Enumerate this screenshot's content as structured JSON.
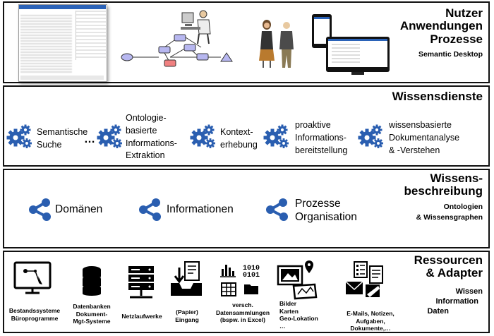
{
  "layer1": {
    "title_lines": [
      "Nutzer",
      "Anwendungen",
      "Prozesse"
    ],
    "subtitle": "Semantic Desktop"
  },
  "layer2": {
    "title": "Wissensdienste",
    "services": [
      {
        "lines": [
          "Semantische",
          "Suche"
        ]
      },
      {
        "lines": [
          "Ontologie-",
          "basierte",
          "Informations-",
          "Extraktion"
        ]
      },
      {
        "lines": [
          "Kontext-",
          "erhebung"
        ]
      },
      {
        "lines": [
          "proaktive",
          "Informations-",
          "bereitstellung"
        ]
      },
      {
        "lines": [
          "wissensbasierte",
          "Dokumentanalyse",
          "& -Verstehen"
        ]
      }
    ],
    "ellipsis": "…"
  },
  "layer3": {
    "title_lines": [
      "Wissens-",
      "beschreibung"
    ],
    "subtitle_lines": [
      "Ontologien",
      "& Wissensgraphen"
    ],
    "items": [
      {
        "lines": [
          "Domänen"
        ]
      },
      {
        "lines": [
          "Informationen"
        ]
      },
      {
        "lines": [
          "Prozesse",
          "Organisation"
        ]
      }
    ]
  },
  "layer4": {
    "title_lines": [
      "Ressourcen",
      "& Adapter"
    ],
    "subtitle_lines": [
      "Wissen",
      "Information",
      "Daten"
    ],
    "resources": [
      {
        "icon": "diagram-editor-icon",
        "lines": [
          "Bestandssysteme",
          "Büroprogramme"
        ]
      },
      {
        "icon": "database-icon",
        "lines": [
          "Datenbanken",
          "Dokument-",
          "Mgt-Systeme"
        ]
      },
      {
        "icon": "server-icon",
        "lines": [
          "Netzlaufwerke"
        ]
      },
      {
        "icon": "inbox-icon",
        "lines": [
          "(Papier)",
          "Eingang"
        ]
      },
      {
        "icon": "data-collection-icon",
        "lines": [
          "versch.",
          "Datensammlungen",
          "(bspw. in Excel)"
        ]
      },
      {
        "icon": "image-map-icon",
        "lines": [
          "Bilder",
          "Karten",
          "Geo-Lokation",
          "…"
        ]
      },
      {
        "icon": "email-docs-icon",
        "lines": [
          "E-Mails, Notizen,",
          "Aufgaben, Dokumente,…"
        ]
      }
    ]
  }
}
